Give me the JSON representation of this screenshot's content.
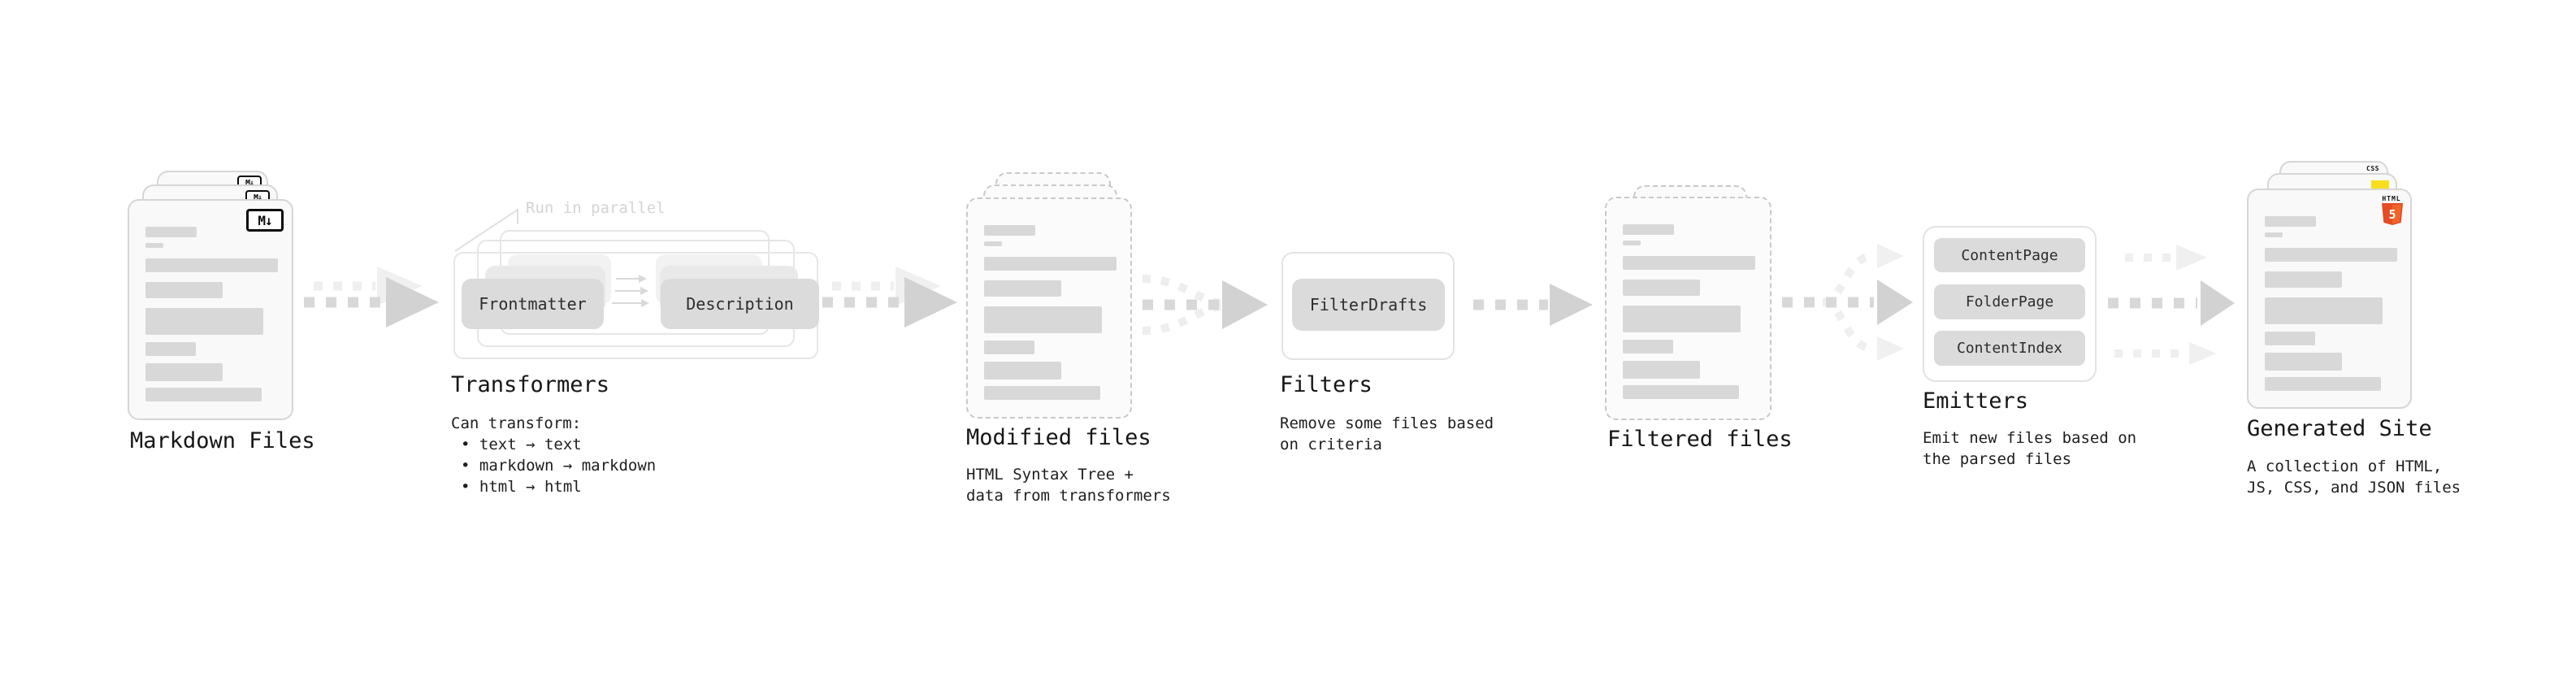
{
  "stages": {
    "markdown_files": {
      "label": "Markdown Files",
      "file_icon": "M↓"
    },
    "transformers": {
      "callout": "Run in parallel",
      "pill_left": "Frontmatter",
      "pill_right": "Description",
      "label": "Transformers",
      "description_title": "Can transform:",
      "bullet_char": "•",
      "bullets": [
        "text → text",
        "markdown → markdown",
        "html → html"
      ]
    },
    "modified_files": {
      "label": "Modified files",
      "description_lines": [
        "HTML Syntax Tree +",
        "data from transformers"
      ]
    },
    "filters": {
      "pill": "FilterDrafts",
      "label": "Filters",
      "description_lines": [
        "Remove some files based",
        "on criteria"
      ]
    },
    "filtered_files": {
      "label": "Filtered files"
    },
    "emitters": {
      "pills": [
        "ContentPage",
        "FolderPage",
        "ContentIndex"
      ],
      "label": "Emitters",
      "description_lines": [
        "Emit new files based on",
        "the parsed files"
      ]
    },
    "generated_site": {
      "label": "Generated Site",
      "description_lines": [
        "A collection of HTML,",
        "JS, CSS, and JSON files"
      ],
      "css_icon_label": "CSS",
      "html_icon_label": "HTML",
      "html_icon_number": "5"
    }
  },
  "colors": {
    "css_blue": "#2965f1",
    "js_yellow": "#f7df1e",
    "html_orange": "#e44d26",
    "html_orange_light": "#f16529"
  }
}
